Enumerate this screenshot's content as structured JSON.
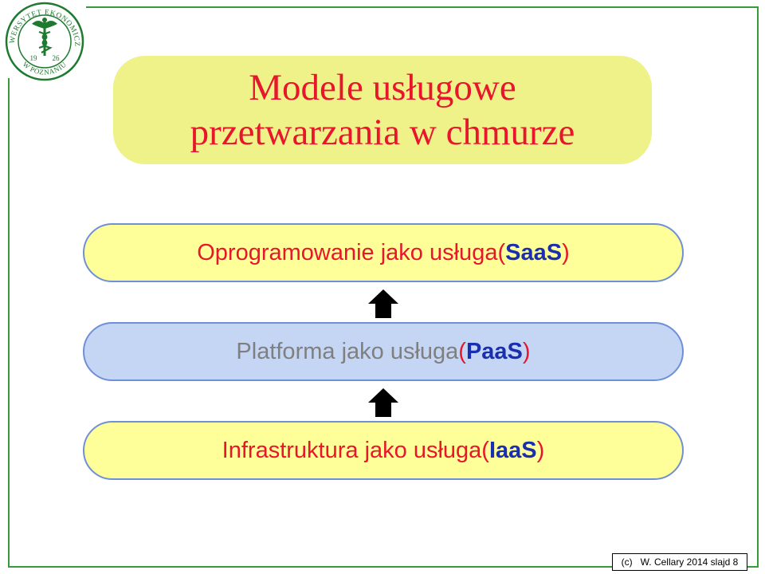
{
  "logo": {
    "text_top": "UNIWERSYTET EKONOMICZNY",
    "text_bottom": "W POZNANIU",
    "year_left": "19",
    "year_right": "26",
    "icon": "caduceus-emblem-icon",
    "color": "#1e7a2e"
  },
  "title": {
    "line1": "Modele usługowe",
    "line2": "przetwarzania w chmurze",
    "color": "#e8162c",
    "background": "#eef288"
  },
  "layers": [
    {
      "name_text": "Oprogramowanie jako usługa ",
      "paren_open": "(",
      "abbr": "SaaS",
      "paren_close": ")",
      "background": "#ffff9a"
    },
    {
      "name_text": "Platforma jako usługa ",
      "paren_open": "(",
      "abbr": "PaaS",
      "paren_close": ")",
      "background": "#c5d6f5"
    },
    {
      "name_text": "Infrastruktura jako usługa ",
      "paren_open": "(",
      "abbr": "IaaS",
      "paren_close": ")",
      "background": "#ffff9a"
    }
  ],
  "arrows": [
    {
      "icon": "arrow-up-icon"
    },
    {
      "icon": "arrow-up-icon"
    }
  ],
  "footer": {
    "text": "(c)   W. Cellary 2014 slajd 8"
  },
  "colors": {
    "frame": "#3a9a3a",
    "accent_red": "#e8162c",
    "accent_blue": "#1a2fb0",
    "muted_grey": "#7f7f7f",
    "layer_border": "#6f8fd6"
  }
}
